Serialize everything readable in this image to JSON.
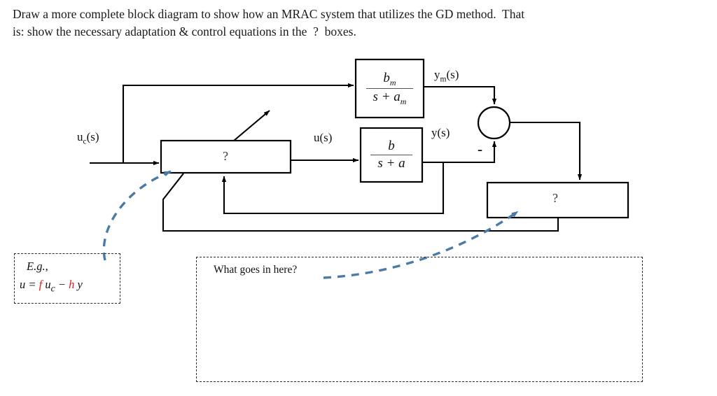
{
  "prompt": {
    "line1": "Draw a more complete block diagram to show how an MRAC system that utilizes the GD method.  That",
    "line2": "is: show the necessary adaptation & control equations in the  ?  boxes."
  },
  "diagram": {
    "title": "MRAC block diagram with gradient-descent adaptation",
    "signals": {
      "reference_input": "u",
      "reference_input_sub": "c",
      "reference_input_suffix": "(s)",
      "control_input": "u(s)",
      "model_output": "y",
      "model_output_sub": "m",
      "model_output_suffix": "(s)",
      "plant_output": "y(s)",
      "summing_sign": "-"
    },
    "blocks": {
      "controller": {
        "label": "?",
        "role": "control-law-block"
      },
      "reference_model": {
        "numerator": "b",
        "numerator_sub": "m",
        "denominator_lead": "s + a",
        "denominator_sub": "m",
        "role": "reference-model-transfer-function"
      },
      "plant": {
        "numerator": "b",
        "denominator": "s + a",
        "role": "plant-transfer-function"
      },
      "adaptation": {
        "label": "?",
        "role": "adaptation-law-block"
      }
    },
    "annotations": {
      "example_box": {
        "heading": "E.g.,",
        "equation_parts": {
          "lhs": "u = ",
          "gain_f": "f",
          "term_uc": " u",
          "term_uc_sub": "c",
          "minus": " − ",
          "gain_h": "h",
          "term_y": " y"
        },
        "equation_plain": "u = f u_c − h y"
      },
      "answer_box": {
        "prompt": "What goes in here?"
      }
    },
    "colors": {
      "line": "#000000",
      "annotation_arrow": "#4a7ba7",
      "gain_highlight": "#e02020",
      "dashed_border": "#2b2b2b"
    }
  }
}
